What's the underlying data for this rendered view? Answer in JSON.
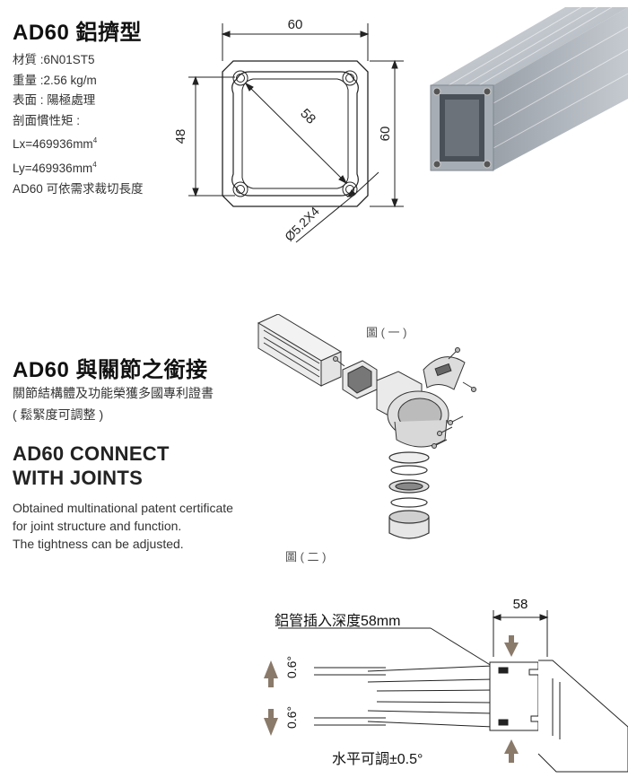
{
  "section1": {
    "title": "AD60 鋁擠型",
    "specs": [
      "材質 :6N01ST5",
      "重量 :2.56 kg/m",
      "表面 : 陽極處理",
      "剖面慣性矩 :",
      "Lx=469936mm",
      "Ly=469936mm",
      "AD60 可依需求裁切長度"
    ],
    "exp": "4",
    "dims": {
      "top": "60",
      "left": "48",
      "right": "60",
      "diag": "58",
      "hole": "Ø5.2X4"
    }
  },
  "section2": {
    "title_cn": "AD60 與關節之銜接",
    "desc_cn_1": "關節結構體及功能榮獲多國專利證書",
    "desc_cn_2": "( 鬆緊度可調整 )",
    "title_en_1": "AD60 CONNECT",
    "title_en_2": "WITH JOINTS",
    "desc_en": [
      "Obtained multinational patent certificate",
      "for joint structure and function.",
      "The tightness can be adjusted."
    ],
    "fig1": "圖 ( 一 )",
    "fig2": "圖 ( 二 )"
  },
  "section3": {
    "depth_label": "鋁管插入深度58mm",
    "dim": "58",
    "angle_top": "0.6°",
    "angle_bottom": "0.6°",
    "horizontal": "水平可調±0.5°"
  },
  "colors": {
    "profile": "#b8bec6",
    "profile_dark": "#8e959d",
    "arrow": "#8a7a6a"
  }
}
